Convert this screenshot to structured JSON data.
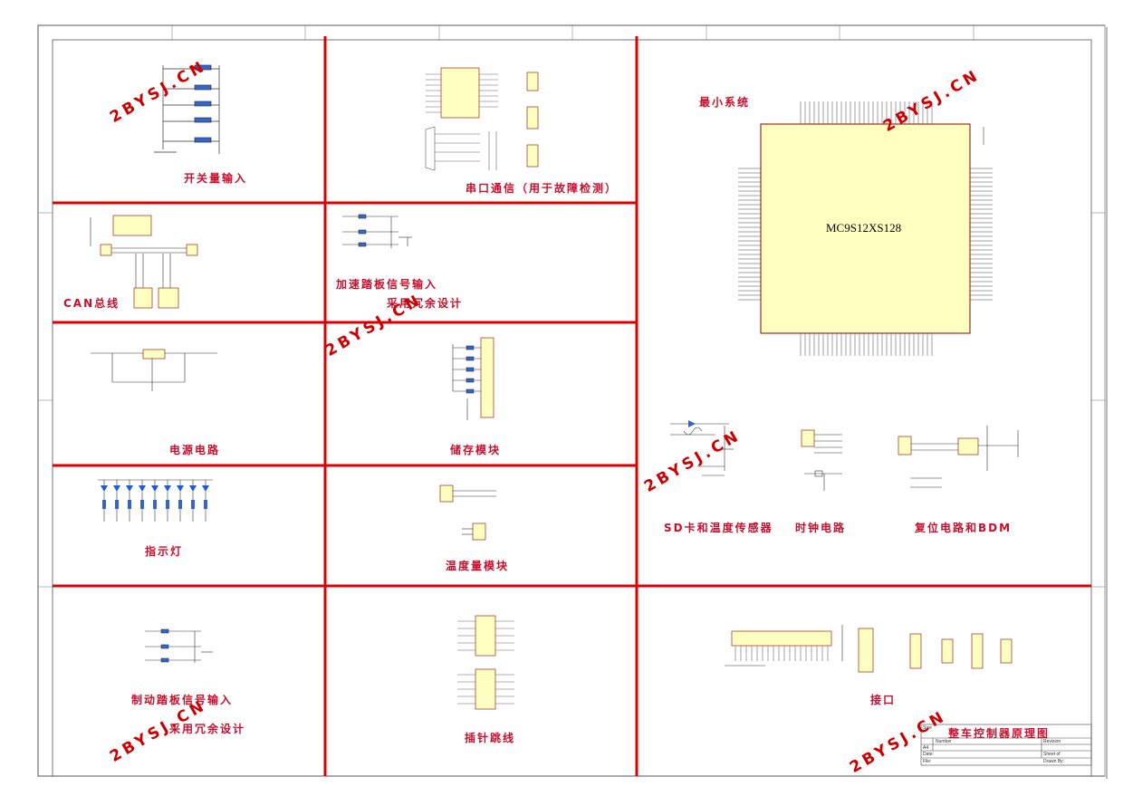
{
  "sections": {
    "switch_input": "开关量输入",
    "serial_comm": "串口通信（用于故障检测）",
    "min_system": "最小系统",
    "chip_name": "MC9S12XS128",
    "can_bus": "CAN总线",
    "accel_pedal": "加速踏板信号输入",
    "redundant_1": "采用冗余设计",
    "power": "电源电路",
    "storage": "储存模块",
    "sd_temp": "SD卡和温度传感器",
    "clock": "时钟电路",
    "reset_bdm": "复位电路和BDM",
    "indicator": "指示灯",
    "temp_module": "温度量模块",
    "brake_pedal": "制动踏板信号输入",
    "redundant_2": "采用冗余设计",
    "pin_jumper": "插针跳线",
    "interface": "接口"
  },
  "watermark": "2BYSJ.CN",
  "title_block": {
    "title": "整车控制器原理图",
    "size_label": "Size",
    "number_label": "Number",
    "revision_label": "Revision",
    "a4": "A4",
    "date_label": "Date:",
    "sheet_label": "Sheet   of",
    "file_label": "File:",
    "drawn_label": "Drawn By:"
  },
  "colors": {
    "border": "#000000",
    "divider": "#dd0000",
    "chip_fill": "#ffffc0",
    "chip_border": "#8b0000",
    "label": "#c8102e"
  }
}
